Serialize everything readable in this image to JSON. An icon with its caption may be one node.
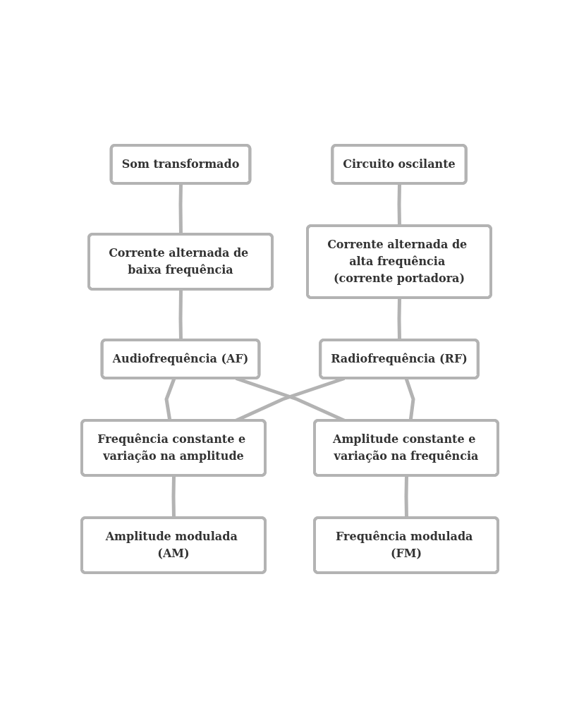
{
  "diagram": {
    "nodes": [
      {
        "text": [
          "Som transformado"
        ]
      },
      {
        "text": [
          "Circuito oscilante"
        ]
      },
      {
        "text": [
          "Corrente alternada de baixa frequência"
        ]
      },
      {
        "text": [
          "Corrente alternada de alta frequência (corrente portadora)"
        ]
      },
      {
        "text": [
          "Audiofrequência (AF)"
        ]
      },
      {
        "text": [
          "Radiofrequência (RF)"
        ]
      },
      {
        "text": [
          "Frequência constante e variação na amplitude"
        ]
      },
      {
        "text": [
          "Amplitude constante e variação na frequência"
        ]
      },
      {
        "text": [
          "Amplitude modulada (AM)"
        ]
      },
      {
        "text": [
          "Frequência modulada (FM)"
        ]
      }
    ],
    "edges": [
      {
        "from": 0,
        "to": 2,
        "arrow": "none"
      },
      {
        "from": 1,
        "to": 3,
        "arrow": "none"
      },
      {
        "from": 2,
        "to": 4,
        "arrow": "none"
      },
      {
        "from": 3,
        "to": 5,
        "arrow": "none"
      },
      {
        "from": 4,
        "to": 6,
        "arrow": "none"
      },
      {
        "from": 4,
        "to": 7,
        "arrow": "none"
      },
      {
        "from": 5,
        "to": 6,
        "arrow": "none"
      },
      {
        "from": 5,
        "to": 7,
        "arrow": "none"
      },
      {
        "from": 6,
        "to": 8,
        "arrow": "none"
      },
      {
        "from": 7,
        "to": 9,
        "arrow": "none"
      }
    ]
  }
}
